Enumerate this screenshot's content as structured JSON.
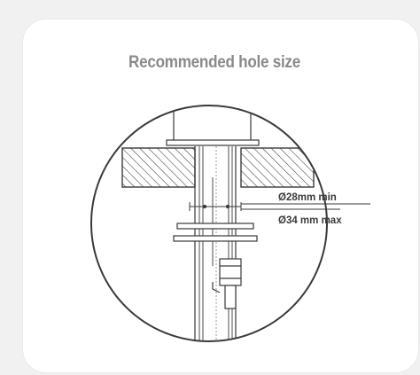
{
  "diagram": {
    "title": "Recommended hole size",
    "labels": {
      "min": "Ø28mm min",
      "max": "Ø34 mm max"
    },
    "colors": {
      "background": "#f1f1f1",
      "card": "#ffffff",
      "title": "#8a8a8a",
      "line": "#3a3a3a"
    }
  }
}
